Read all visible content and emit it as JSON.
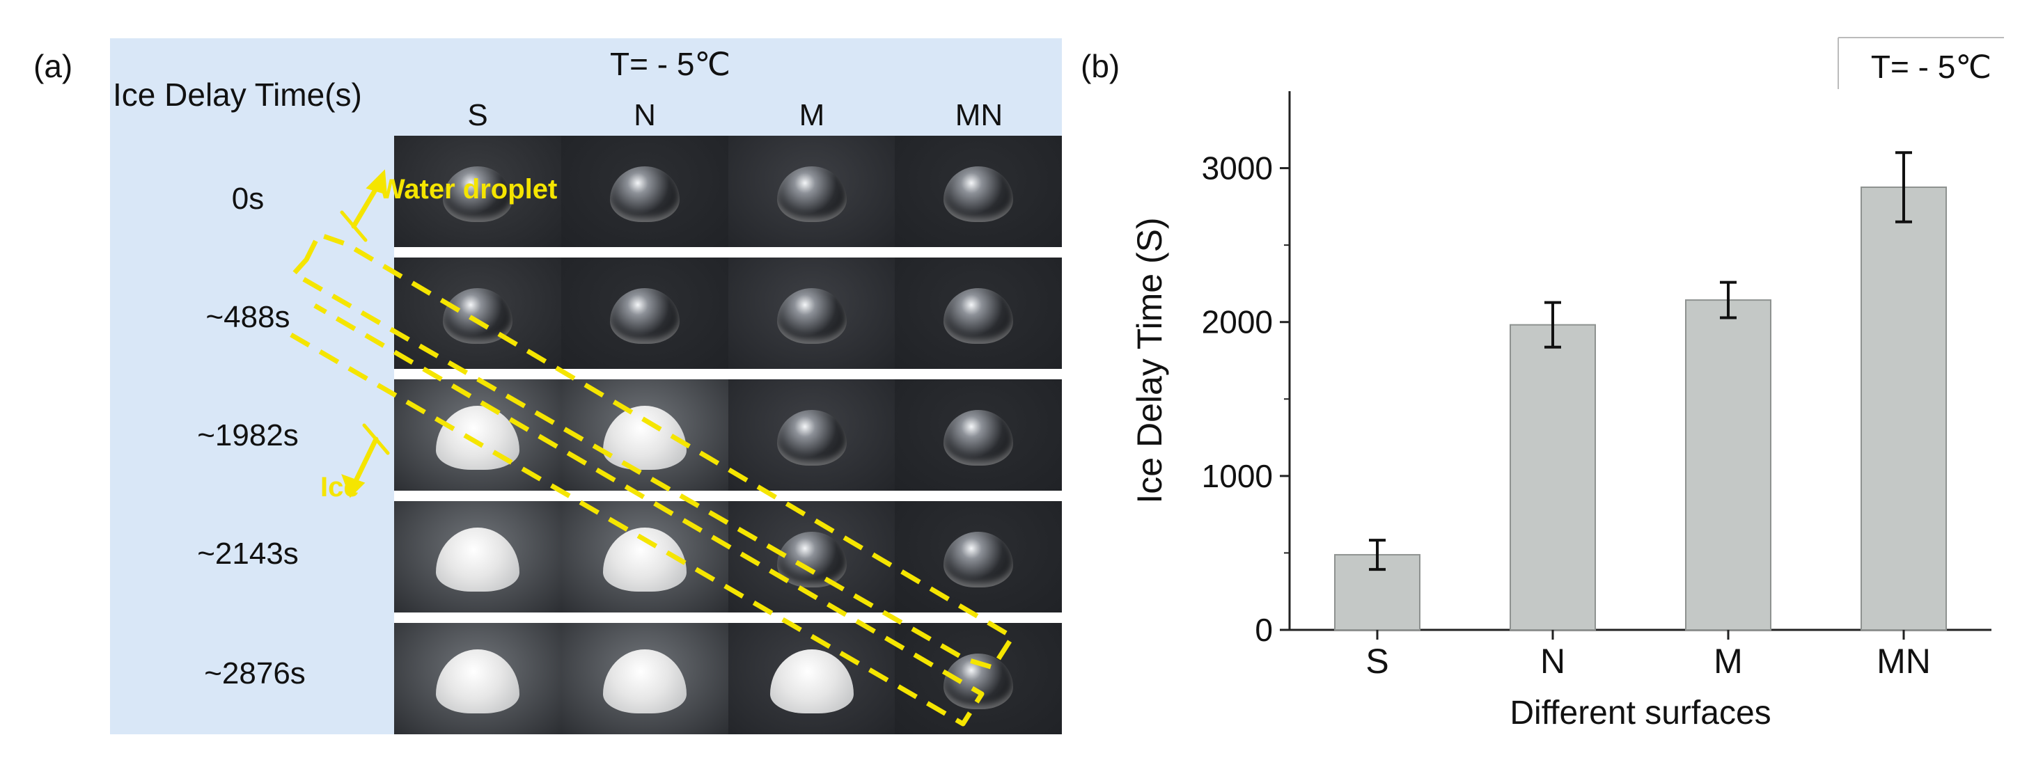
{
  "panel_a": {
    "label": "(a)",
    "row_header": "Ice Delay Time(s)",
    "temperature": "T= - 5℃",
    "columns": [
      "S",
      "N",
      "M",
      "MN"
    ],
    "rows": [
      "0s",
      "~488s",
      "~1982s",
      "~2143s",
      "~2876s"
    ],
    "state_grid": [
      [
        "water",
        "water",
        "water",
        "water"
      ],
      [
        "water",
        "water",
        "water",
        "water"
      ],
      [
        "ice",
        "ice",
        "water",
        "water"
      ],
      [
        "ice",
        "ice",
        "water",
        "water"
      ],
      [
        "ice",
        "ice",
        "ice",
        "water"
      ]
    ],
    "annotations": {
      "water": "Water droplet",
      "ice": "Ice"
    },
    "colors": {
      "annotation": "#f5e500",
      "background": "#d9e7f7"
    }
  },
  "panel_b": {
    "label": "(b)"
  },
  "chart_data": {
    "type": "bar",
    "annotation": "T= - 5℃",
    "categories": [
      "S",
      "N",
      "M",
      "MN"
    ],
    "values": [
      488,
      1982,
      2143,
      2876
    ],
    "errors": [
      95,
      145,
      115,
      225
    ],
    "xlabel": "Different surfaces",
    "ylabel": "Ice Delay Time (S)",
    "ylim": [
      0,
      3500
    ],
    "yticks": [
      0,
      1000,
      2000,
      3000
    ],
    "grid": false,
    "bar_color": "#c4c8c6"
  }
}
